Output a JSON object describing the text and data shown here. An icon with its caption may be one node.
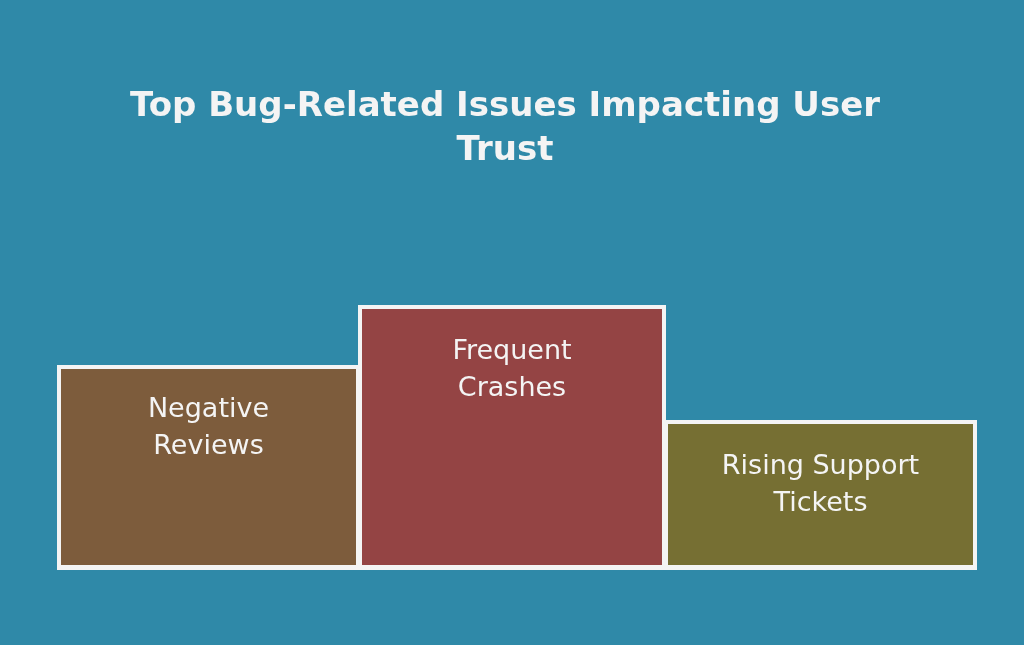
{
  "diagram": {
    "title": "Top Bug-Related Issues Impacting User Trust",
    "nodes": [
      {
        "text": [
          "Negative Reviews"
        ]
      },
      {
        "text": [
          "Frequent Crashes"
        ]
      },
      {
        "text": [
          "Rising Support Tickets"
        ]
      }
    ]
  }
}
